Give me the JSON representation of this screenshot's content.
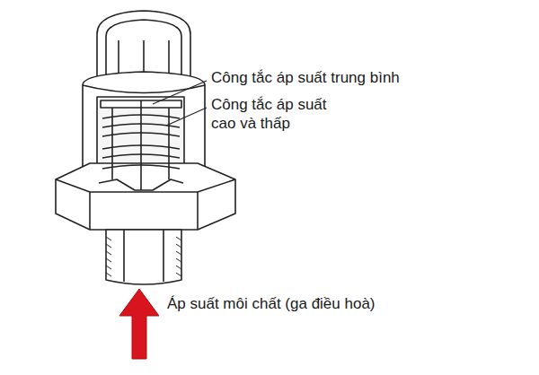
{
  "diagram": {
    "labels": [
      "Công tắc áp suất trung bình",
      "Công tắc áp suất cao và thấp",
      "Áp suất môi chất (ga điều hoà)"
    ]
  }
}
